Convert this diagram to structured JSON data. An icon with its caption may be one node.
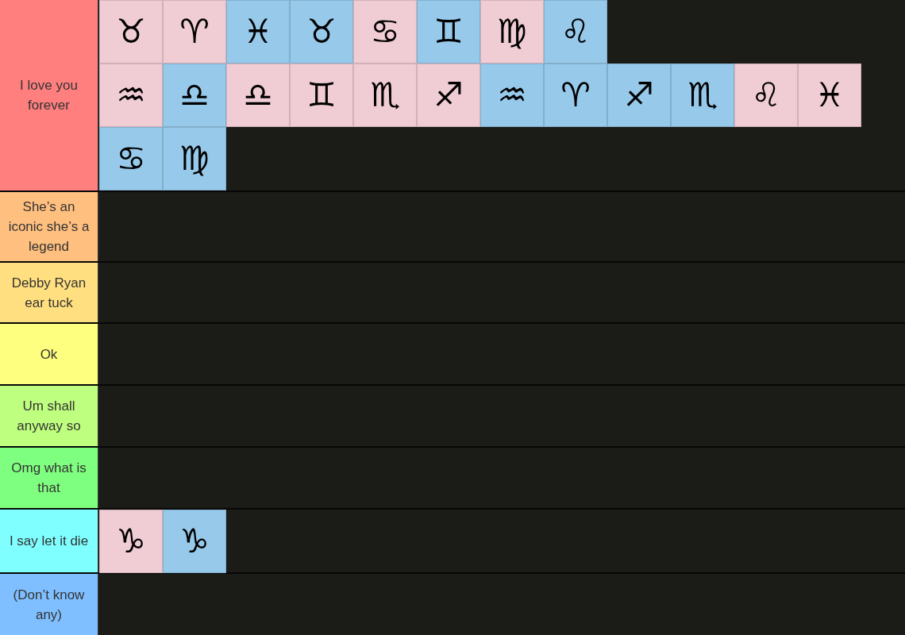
{
  "diagram": {
    "nodes": [
      {
        "text": [
          "I love you forever"
        ]
      },
      {
        "text": [
          "♉"
        ],
        "in": 0
      },
      {
        "text": [
          "♈"
        ],
        "in": 0
      },
      {
        "text": [
          "♓"
        ],
        "in": 0
      },
      {
        "text": [
          "♉"
        ],
        "in": 0
      },
      {
        "text": [
          "♋"
        ],
        "in": 0
      },
      {
        "text": [
          "♊"
        ],
        "in": 0
      },
      {
        "text": [
          "♍"
        ],
        "in": 0
      },
      {
        "text": [
          "♌"
        ],
        "in": 0
      },
      {
        "text": [
          "♒"
        ],
        "in": 0
      },
      {
        "text": [
          "♎"
        ],
        "in": 0
      },
      {
        "text": [
          "♎"
        ],
        "in": 0
      },
      {
        "text": [
          "♊"
        ],
        "in": 0
      },
      {
        "text": [
          "♏"
        ],
        "in": 0
      },
      {
        "text": [
          "♐"
        ],
        "in": 0
      },
      {
        "text": [
          "♒"
        ],
        "in": 0
      },
      {
        "text": [
          "♈"
        ],
        "in": 0
      },
      {
        "text": [
          "♐"
        ],
        "in": 0
      },
      {
        "text": [
          "♏"
        ],
        "in": 0
      },
      {
        "text": [
          "♌"
        ],
        "in": 0
      },
      {
        "text": [
          "♓"
        ],
        "in": 0
      },
      {
        "text": [
          "♋"
        ],
        "in": 0
      },
      {
        "text": [
          "♍"
        ],
        "in": 0
      },
      {
        "text": [
          "She’s an iconic she’s a legend"
        ]
      },
      {
        "text": [
          "Debby Ryan ear tuck"
        ]
      },
      {
        "text": [
          "Ok"
        ]
      },
      {
        "text": [
          "Um shall anyway so"
        ]
      },
      {
        "text": [
          "Omg what is that"
        ]
      },
      {
        "text": [
          "I say let it die"
        ]
      },
      {
        "text": [
          "♑"
        ],
        "in": 28
      },
      {
        "text": [
          "♑"
        ],
        "in": 28
      },
      {
        "text": [
          "(Don’t know any)"
        ]
      }
    ]
  }
}
